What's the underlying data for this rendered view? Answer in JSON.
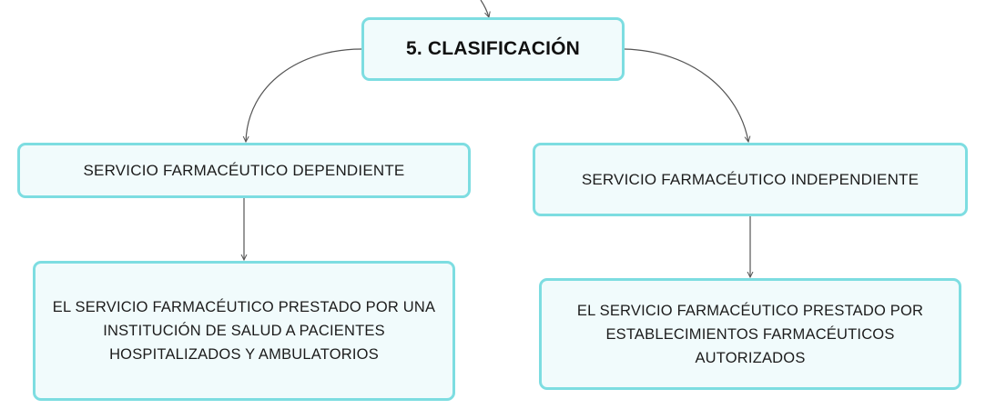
{
  "diagram": {
    "root": {
      "label": "5. CLASIFICACIÓN"
    },
    "branches": [
      {
        "label": "SERVICIO FARMACÉUTICO DEPENDIENTE",
        "detail": "EL SERVICIO FARMACÉUTICO PRESTADO POR UNA INSTITUCIÓN DE SALUD A PACIENTES HOSPITALIZADOS Y AMBULATORIOS"
      },
      {
        "label": "SERVICIO FARMACÉUTICO INDEPENDIENTE",
        "detail": "EL SERVICIO FARMACÉUTICO PRESTADO POR ESTABLECIMIENTOS FARMACÉUTICOS AUTORIZADOS"
      }
    ]
  },
  "colors": {
    "node_border": "#7ddde1",
    "node_fill": "#f1fbfc",
    "connector": "#555555"
  }
}
